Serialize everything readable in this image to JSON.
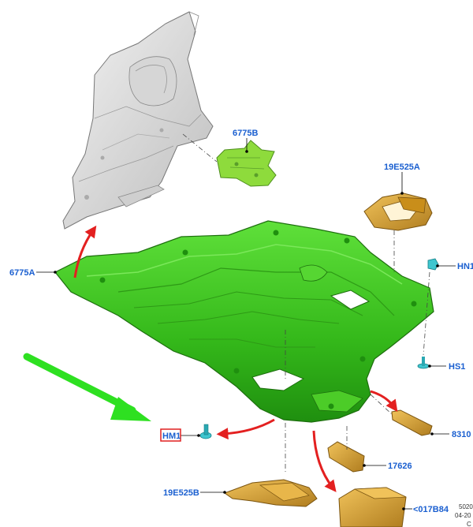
{
  "callouts": {
    "part_6775B": "6775B",
    "part_19E525A": "19E525A",
    "part_6775A": "6775A",
    "part_HN1": "HN1",
    "part_HS1": "HS1",
    "part_HM1": "HM1",
    "part_8310": "8310",
    "part_17626": "17626",
    "part_19E525B": "19E525B",
    "part_017B84": "<017B84"
  },
  "footer": {
    "code": "5020",
    "date": "04-20",
    "extra": "C"
  },
  "colors": {
    "callout_text": "#1a5fd0",
    "shield_green": "#3bc41d",
    "bracket_green": "#8edb3c",
    "gold_parts": "#d9a63a",
    "red_arrow": "#e32020",
    "pointer_arrow": "#2ee021",
    "highlight_box": "#e02020",
    "fastener_teal": "#3fc6cf"
  },
  "icons": {
    "hm1_marker": "highlight-box",
    "direction_pointer": "green-arrow",
    "removal_arrows": "red-curved-arrow"
  }
}
